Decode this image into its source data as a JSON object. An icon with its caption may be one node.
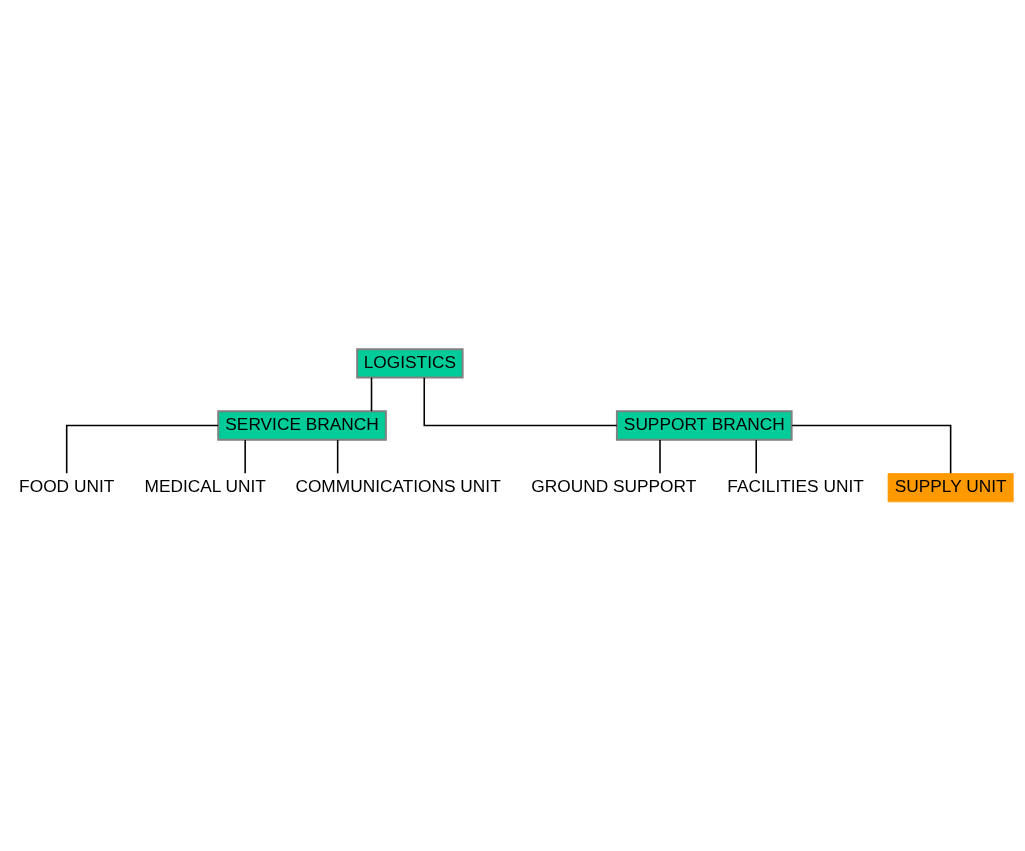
{
  "diagram": {
    "nodes": [
      {
        "text": [
          "LOGISTICS"
        ]
      },
      {
        "text": [
          "SERVICE BRANCH"
        ]
      },
      {
        "text": [
          "SUPPORT BRANCH"
        ]
      },
      {
        "text": [
          "FOOD UNIT"
        ]
      },
      {
        "text": [
          "MEDICAL UNIT"
        ]
      },
      {
        "text": [
          "COMMUNICATIONS UNIT"
        ]
      },
      {
        "text": [
          "GROUND SUPPORT"
        ]
      },
      {
        "text": [
          "FACILITIES UNIT"
        ]
      },
      {
        "text": [
          "SUPPLY UNIT"
        ]
      }
    ],
    "edges": [
      {
        "from": 0,
        "to": 1,
        "arrow": "none"
      },
      {
        "from": 0,
        "to": 2,
        "arrow": "none"
      },
      {
        "from": 1,
        "to": 3,
        "arrow": "none"
      },
      {
        "from": 1,
        "to": 4,
        "arrow": "none"
      },
      {
        "from": 1,
        "to": 5,
        "arrow": "none"
      },
      {
        "from": 2,
        "to": 6,
        "arrow": "none"
      },
      {
        "from": 2,
        "to": 7,
        "arrow": "none"
      },
      {
        "from": 2,
        "to": 8,
        "arrow": "none"
      }
    ]
  }
}
